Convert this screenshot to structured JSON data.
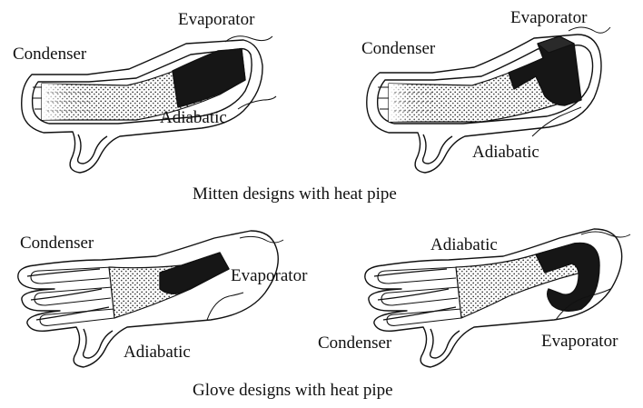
{
  "panels": [
    {
      "design": "mitten-1",
      "labels": {
        "condenser": "Condenser",
        "evaporator": "Evaporator",
        "adiabatic": "Adiabatic"
      }
    },
    {
      "design": "mitten-2",
      "labels": {
        "condenser": "Condenser",
        "evaporator": "Evaporator",
        "adiabatic": "Adiabatic"
      }
    },
    {
      "design": "glove-1",
      "labels": {
        "condenser": "Condenser",
        "evaporator": "Evaporator",
        "adiabatic": "Adiabatic"
      }
    },
    {
      "design": "glove-2",
      "labels": {
        "condenser": "Condenser",
        "evaporator": "Evaporator",
        "adiabatic": "Adiabatic"
      }
    }
  ],
  "captions": {
    "mitten": "Mitten designs with heat pipe",
    "glove": "Glove designs with heat pipe"
  },
  "colors": {
    "ink": "#111111",
    "background": "#ffffff",
    "pipe_dark": "#161616",
    "pipe_stipple": "#3a3a3a"
  }
}
